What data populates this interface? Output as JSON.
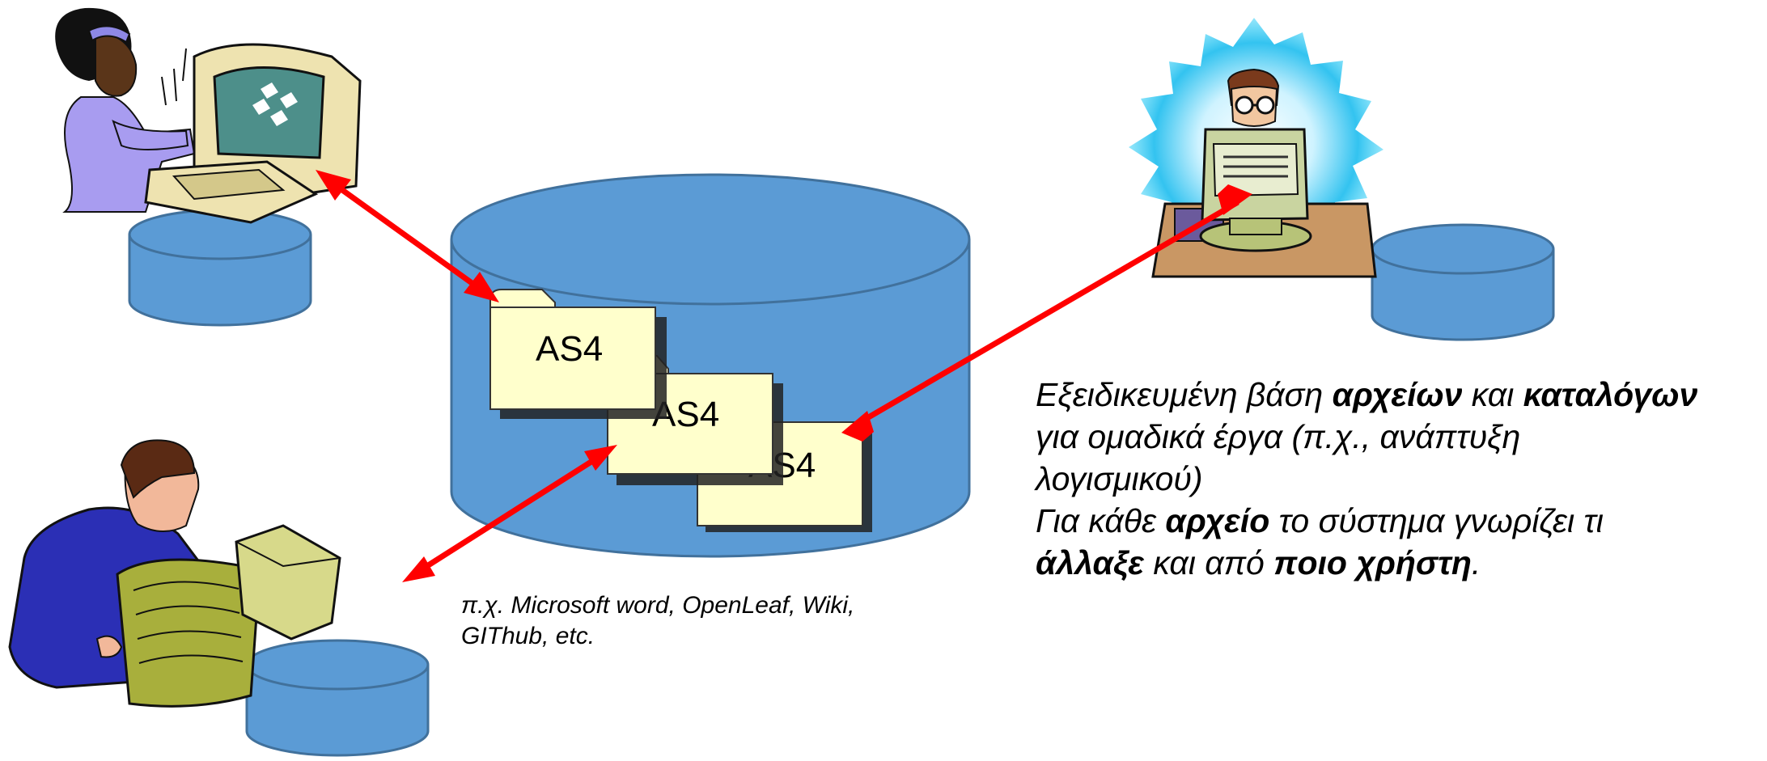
{
  "folders": [
    {
      "label": "AS4"
    },
    {
      "label": "AS4"
    },
    {
      "label": "AS4"
    }
  ],
  "description": {
    "lines": [
      [
        {
          "t": "Εξειδικευμένη βάση ",
          "b": false
        },
        {
          "t": "αρχείων",
          "b": true
        },
        {
          "t": " και ",
          "b": false
        },
        {
          "t": "καταλόγων",
          "b": true
        }
      ],
      [
        {
          "t": "για ομαδικά έργα (π.χ., ανάπτυξη",
          "b": false
        }
      ],
      [
        {
          "t": "λογισμικού)",
          "b": false
        }
      ],
      [
        {
          "t": "Για κάθε ",
          "b": false
        },
        {
          "t": "αρχείο",
          "b": true
        },
        {
          "t": " το σύστημα γνωρίζει τι",
          "b": false
        }
      ],
      [
        {
          "t": "άλλαξε",
          "b": true
        },
        {
          "t": " και από ",
          "b": false
        },
        {
          "t": "ποιο χρήστη",
          "b": true
        },
        {
          "t": ".",
          "b": false
        }
      ]
    ]
  },
  "examples": {
    "line1": "π.χ. Microsoft word, OpenLeaf, Wiki,",
    "line2": "GIThub, etc."
  },
  "colors": {
    "db_fill": "#5B9BD5",
    "db_stroke": "#41719C",
    "folder_fill": "#FFFFCC",
    "arrow": "#FF0000"
  },
  "icons": [
    "woman-at-computer-icon",
    "man-at-computer-icon",
    "man-with-papers-icon"
  ]
}
